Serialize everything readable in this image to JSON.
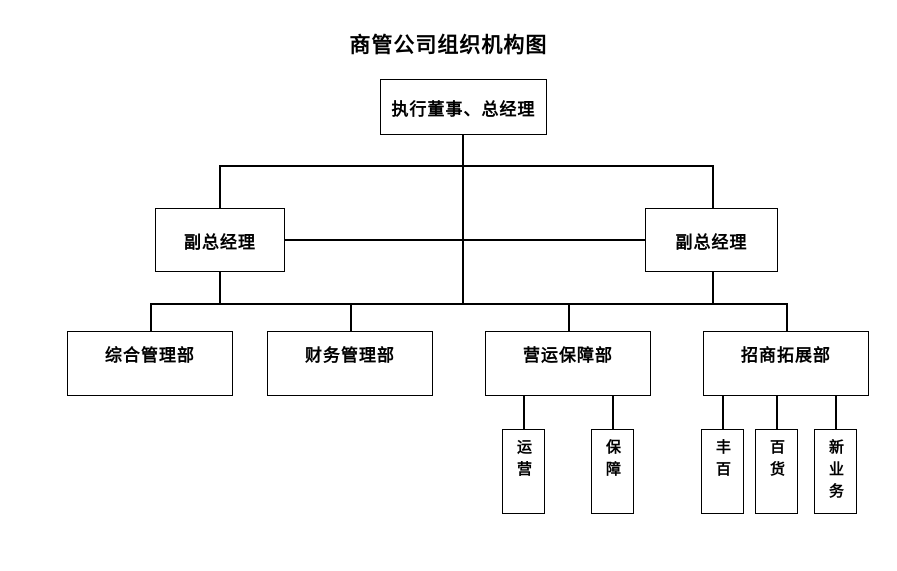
{
  "chart": {
    "title": "商管公司组织机构图",
    "type": "org-chart",
    "background_color": "#ffffff",
    "line_color": "#000000",
    "text_color": "#000000",
    "levels": [
      {
        "level": 1,
        "nodes": [
          {
            "id": "exec",
            "label": "执行董事、总经理"
          }
        ]
      },
      {
        "level": 2,
        "nodes": [
          {
            "id": "deputy_left",
            "label": "副总经理"
          },
          {
            "id": "deputy_right",
            "label": "副总经理"
          }
        ]
      },
      {
        "level": 3,
        "nodes": [
          {
            "id": "dept_general",
            "label": "综合管理部"
          },
          {
            "id": "dept_finance",
            "label": "财务管理部"
          },
          {
            "id": "dept_operations",
            "label": "营运保障部"
          },
          {
            "id": "dept_investment",
            "label": "招商拓展部"
          }
        ]
      },
      {
        "level": 4,
        "nodes": [
          {
            "id": "unit_yunying",
            "label": "运营",
            "parent": "dept_operations"
          },
          {
            "id": "unit_baozhang",
            "label": "保障",
            "parent": "dept_operations"
          },
          {
            "id": "unit_fengbai",
            "label": "丰百",
            "parent": "dept_investment"
          },
          {
            "id": "unit_baihuo",
            "label": "百货",
            "parent": "dept_investment"
          },
          {
            "id": "unit_xinyewu",
            "label": "新业务",
            "parent": "dept_investment"
          }
        ]
      }
    ]
  }
}
